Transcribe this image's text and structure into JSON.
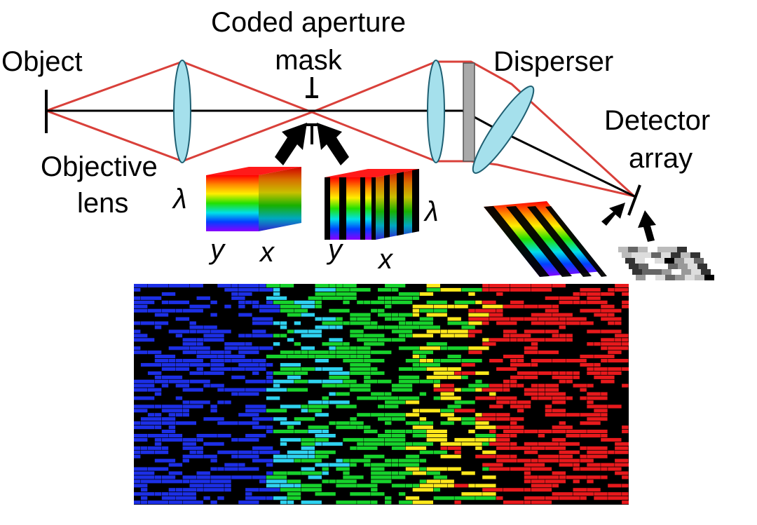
{
  "labels": {
    "object": "Object",
    "objective_lens": [
      "Objective",
      "lens"
    ],
    "coded_aperture_mask": [
      "Coded aperture",
      "mask"
    ],
    "disperser": "Disperser",
    "detector_array": [
      "Detector",
      "array"
    ],
    "lambda": "λ",
    "y": "y",
    "x": "x"
  },
  "colors": {
    "ray": "#d9403a",
    "axis": "#000000",
    "lens_fill": "#a5e0ec",
    "lens_stroke": "#1e5f72",
    "prism": "#a9a9a9",
    "blue": "#1c2fe6",
    "cyan": "#2fd2f0",
    "green": "#17d22c",
    "yellow": "#ffe81c",
    "red": "#e8191c"
  }
}
